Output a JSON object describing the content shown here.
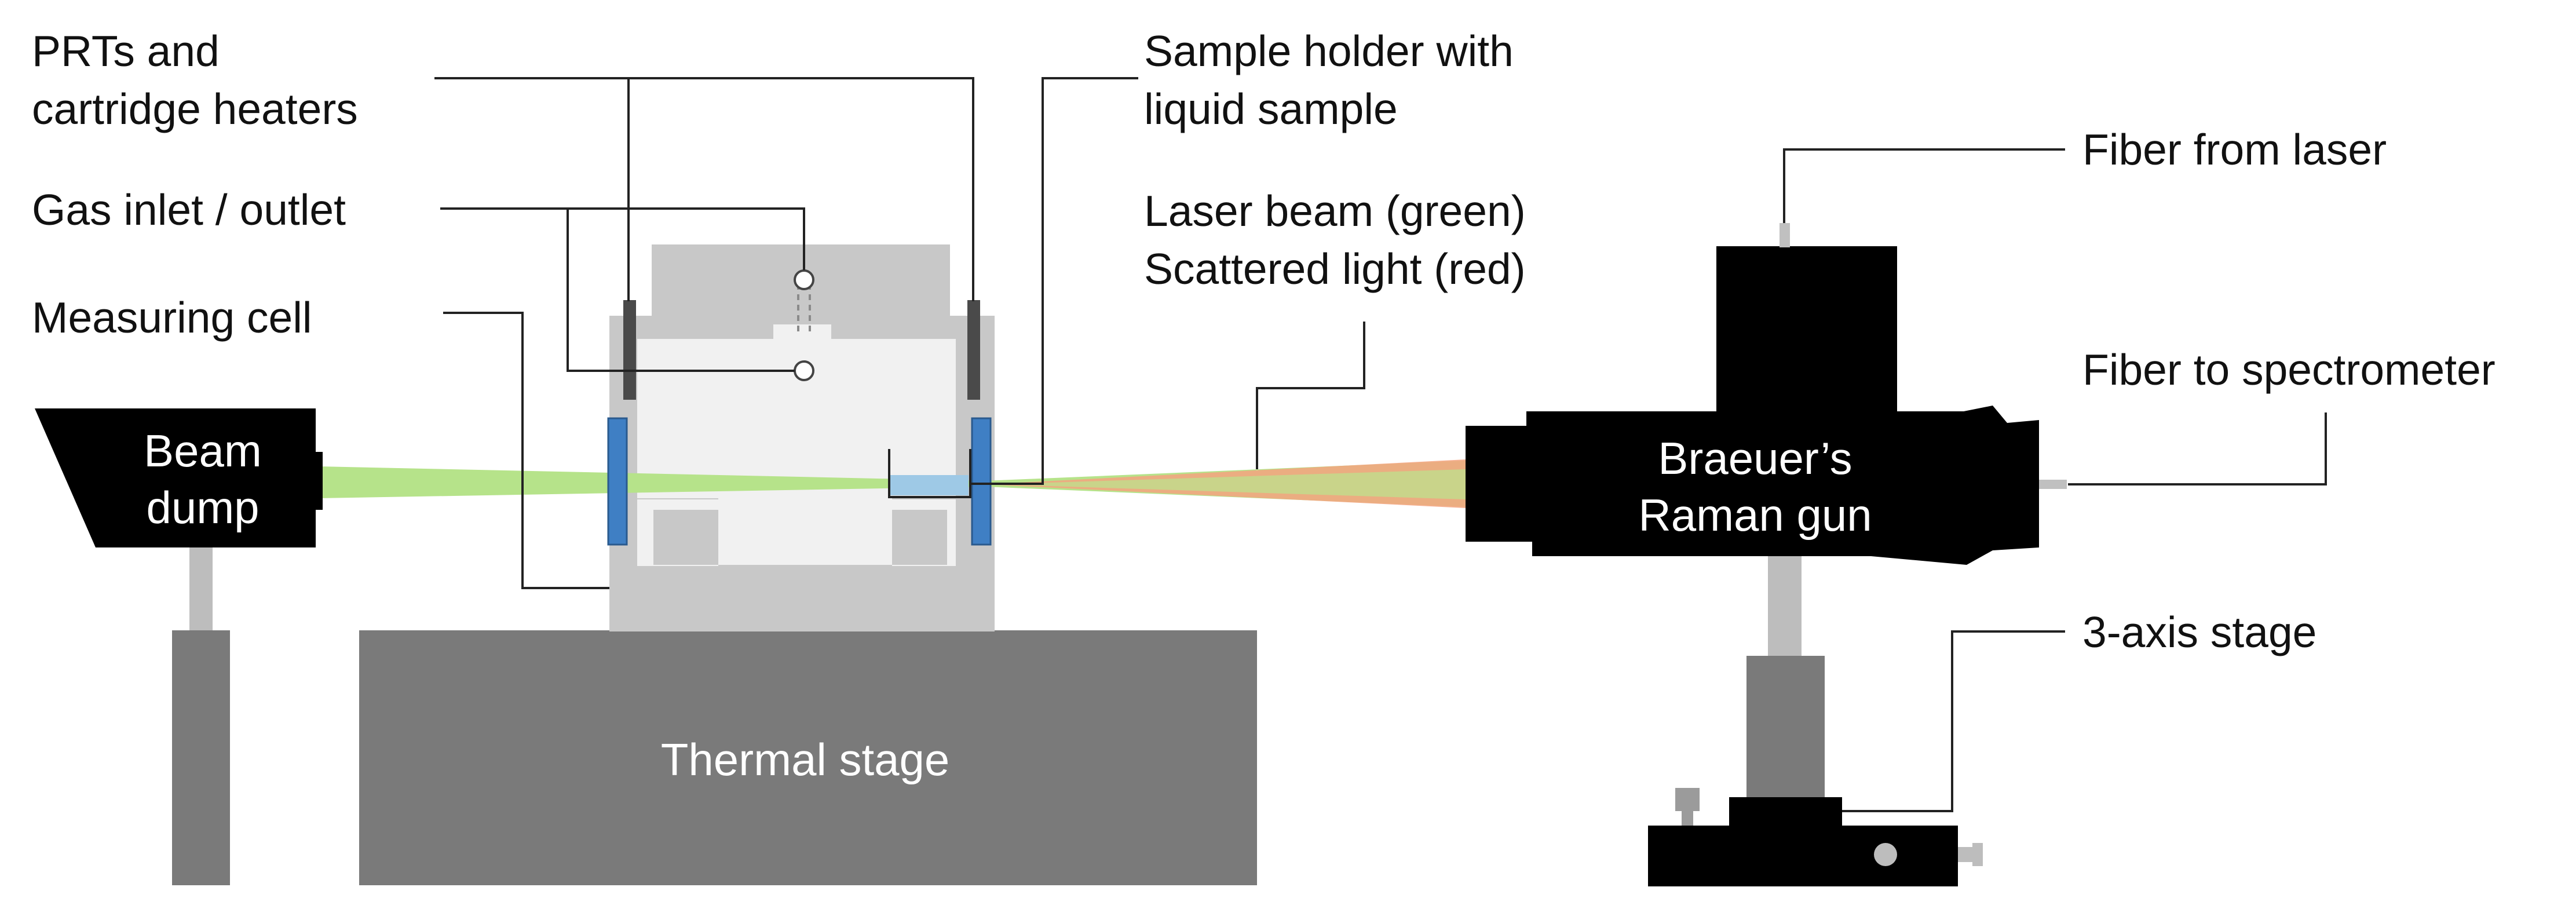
{
  "labels": {
    "prts_line1": "PRTs and",
    "prts_line2": "cartridge heaters",
    "gas": "Gas inlet / outlet",
    "measuring_cell": "Measuring cell",
    "sample_holder_line1": "Sample holder with",
    "sample_holder_line2": "liquid sample",
    "laser_beam": "Laser beam (green)",
    "scattered_light": "Scattered light (red)",
    "fiber_from_laser": "Fiber from laser",
    "fiber_to_spectrometer": "Fiber to spectrometer",
    "three_axis_stage": "3-axis stage"
  },
  "components": {
    "beam_dump_line1": "Beam",
    "beam_dump_line2": "dump",
    "thermal_stage": "Thermal stage",
    "raman_gun_line1": "Braeuer’s",
    "raman_gun_line2": "Raman gun"
  },
  "colors": {
    "laser_green": "#b6e38a",
    "scatter_red": "#f4a37f",
    "window_blue": "#3f7fc4",
    "sample_blue": "#9ec9e6",
    "thermal_stage_gray": "#7a7a7a",
    "cell_light_gray": "#c8c8c8",
    "cell_interior": "#f1f1f1",
    "device_black": "#000000"
  }
}
